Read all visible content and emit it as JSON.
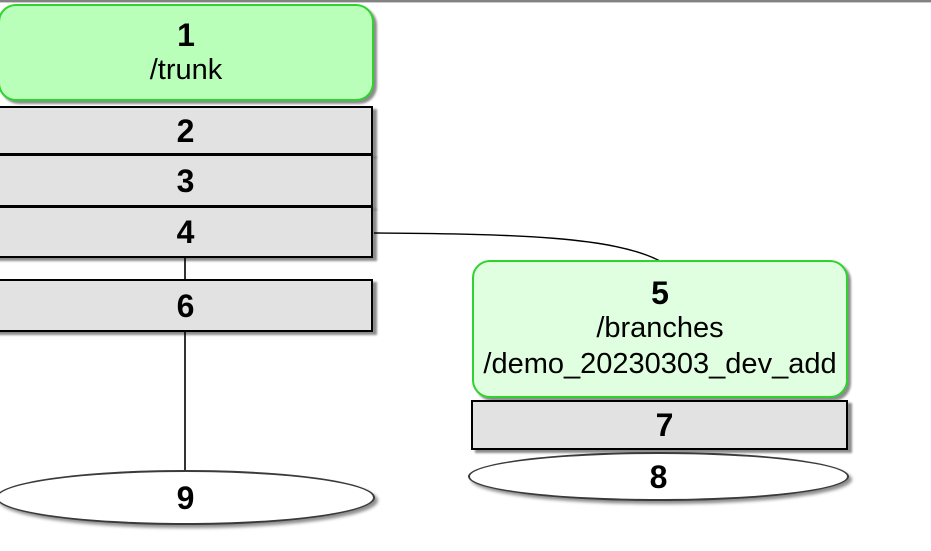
{
  "view": {
    "type": "revision-graph",
    "background": "#ffffff",
    "top_border_color": "#828282"
  },
  "nodes": [
    {
      "revision": "1",
      "paths": [
        "/trunk"
      ],
      "shape": "rounded-rect",
      "fill": "#b9ffb9",
      "border_color": "#2ed32e"
    },
    {
      "revision": "2",
      "shape": "rect",
      "fill": "#e2e2e2",
      "border_color": "#000000"
    },
    {
      "revision": "3",
      "shape": "rect",
      "fill": "#e2e2e2",
      "border_color": "#000000"
    },
    {
      "revision": "4",
      "shape": "rect",
      "fill": "#e2e2e2",
      "border_color": "#000000"
    },
    {
      "revision": "5",
      "paths": [
        "/branches",
        "/demo_20230303_dev_add"
      ],
      "shape": "rounded-rect",
      "fill": "#e0ffe0",
      "border_color": "#2ed32e"
    },
    {
      "revision": "6",
      "shape": "rect",
      "fill": "#e2e2e2",
      "border_color": "#000000"
    },
    {
      "revision": "7",
      "shape": "rect",
      "fill": "#e2e2e2",
      "border_color": "#000000"
    },
    {
      "revision": "8",
      "shape": "ellipse",
      "fill": "#ffffff",
      "border_color": "#3a3a3a"
    },
    {
      "revision": "9",
      "shape": "ellipse",
      "fill": "#ffffff",
      "border_color": "#3a3a3a"
    }
  ],
  "edges": [
    {
      "from": "4",
      "to": "6",
      "type": "straight"
    },
    {
      "from": "6",
      "to": "9",
      "type": "straight"
    },
    {
      "from": "4",
      "to": "5",
      "type": "curved-branch"
    }
  ]
}
